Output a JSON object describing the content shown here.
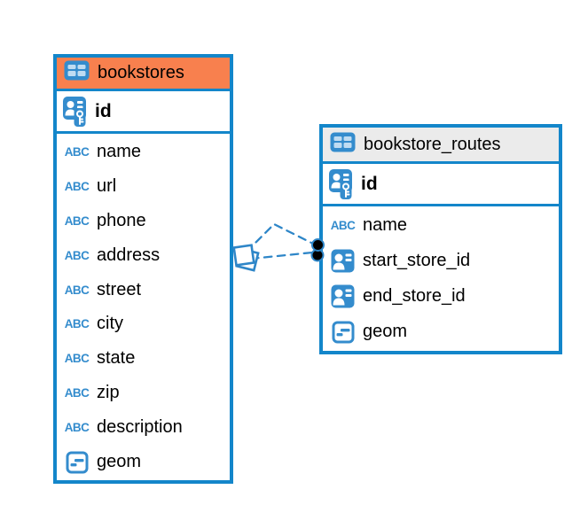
{
  "colors": {
    "background": "#FFFFFF",
    "text": "#000000",
    "table_border": "#1386CA",
    "icon_blue": "#348CCD",
    "icon_cell": "#BFDCF2",
    "bookstores_header": "#F8804E",
    "routes_header": "#EBEBEB",
    "line_blue": "#2E86C8",
    "endpoint_fill": "#000000"
  },
  "icons": {
    "text_type_label": "ABC",
    "table_header": "table-grid-icon",
    "primary_key": "person-with-key-icon",
    "foreign_key": "person-card-icon",
    "geometry_type": "box-with-dash-icon"
  },
  "tables": [
    {
      "title": "bookstores",
      "primary_key": {
        "name": "id",
        "type_icon": "primary-key-icon"
      },
      "columns": [
        {
          "name": "name",
          "type_icon": "text-type-icon"
        },
        {
          "name": "url",
          "type_icon": "text-type-icon"
        },
        {
          "name": "phone",
          "type_icon": "text-type-icon"
        },
        {
          "name": "address",
          "type_icon": "text-type-icon"
        },
        {
          "name": "street",
          "type_icon": "text-type-icon"
        },
        {
          "name": "city",
          "type_icon": "text-type-icon"
        },
        {
          "name": "state",
          "type_icon": "text-type-icon"
        },
        {
          "name": "zip",
          "type_icon": "text-type-icon"
        },
        {
          "name": "description",
          "type_icon": "text-type-icon"
        },
        {
          "name": "geom",
          "type_icon": "geometry-type-icon"
        }
      ]
    },
    {
      "title": "bookstore_routes",
      "primary_key": {
        "name": "id",
        "type_icon": "primary-key-icon"
      },
      "columns": [
        {
          "name": "name",
          "type_icon": "text-type-icon"
        },
        {
          "name": "start_store_id",
          "type_icon": "foreign-key-icon"
        },
        {
          "name": "end_store_id",
          "type_icon": "foreign-key-icon"
        },
        {
          "name": "geom",
          "type_icon": "geometry-type-icon"
        }
      ]
    }
  ],
  "relationship": {
    "connects": [
      "bookstores",
      "bookstore_routes"
    ],
    "line_style": "dashed",
    "line_count": 2,
    "bookstores_end_marker": "overlapping-squares",
    "routes_end_marker": "two-black-dots"
  }
}
